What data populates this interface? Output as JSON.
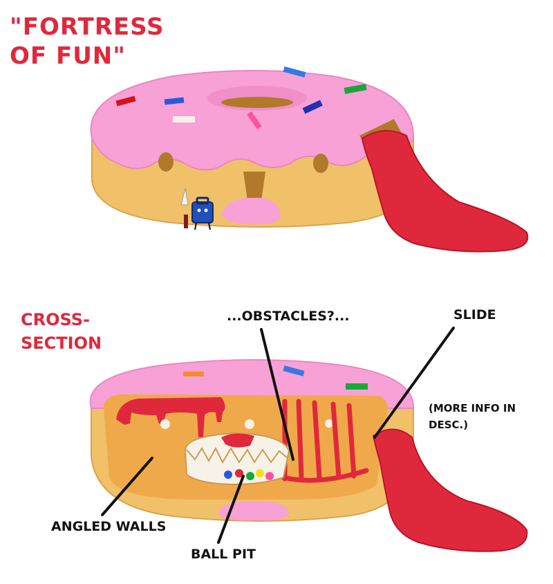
{
  "title": "\"FORTRESS\nOF FUN\"",
  "section_title": "CROSS-\nSECTION",
  "labels": {
    "obstacles": "...OBSTACLES?...",
    "slide": "SLIDE",
    "note": "(MORE INFO IN\nDESC.)",
    "angled_walls": "ANGLED WALLS",
    "ball_pit": "BALL PIT"
  },
  "colors": {
    "title": "#e0283c",
    "frosting": "#f7a1d6",
    "dough": "#f0c169",
    "slide": "#e0283c",
    "inner": "#f0a94a"
  }
}
